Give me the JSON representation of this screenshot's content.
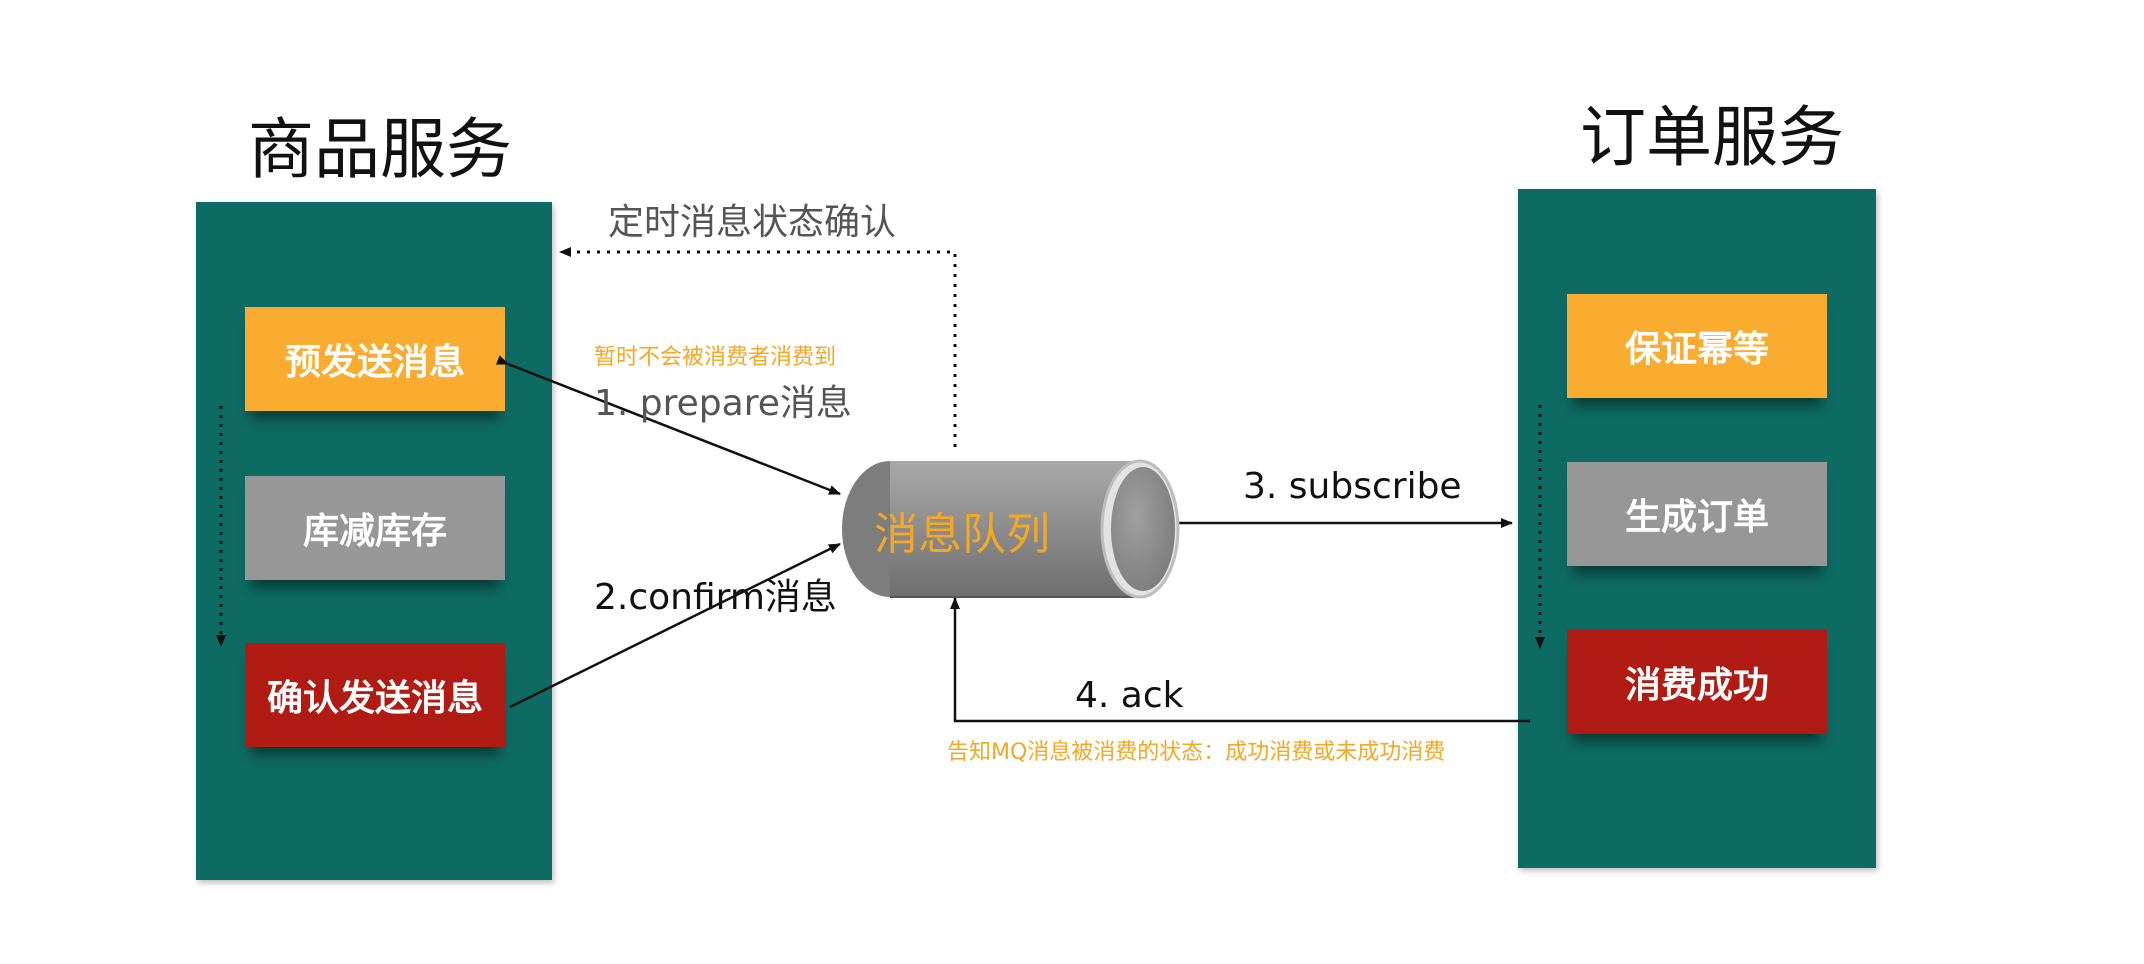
{
  "left_service": {
    "title": "商品服务",
    "steps": [
      "预发送消息",
      "库减库存",
      "确认发送消息"
    ]
  },
  "right_service": {
    "title": "订单服务",
    "steps": [
      "保证幂等",
      "生成订单",
      "消费成功"
    ]
  },
  "queue": {
    "label": "消息队列"
  },
  "edges": {
    "status_check": "定时消息状态确认",
    "prepare_note": "暂时不会被消费者消费到",
    "prepare": "1. prepare消息",
    "confirm": "2.confirm消息",
    "subscribe": "3. subscribe",
    "ack": "4. ack",
    "ack_note": "告知MQ消息被消费的状态：成功消费或未成功消费"
  },
  "colors": {
    "panel": "#0e6b63",
    "orange": "#f9ac2f",
    "gray": "#979797",
    "red": "#b01c14",
    "accent_text": "#f5a623"
  }
}
